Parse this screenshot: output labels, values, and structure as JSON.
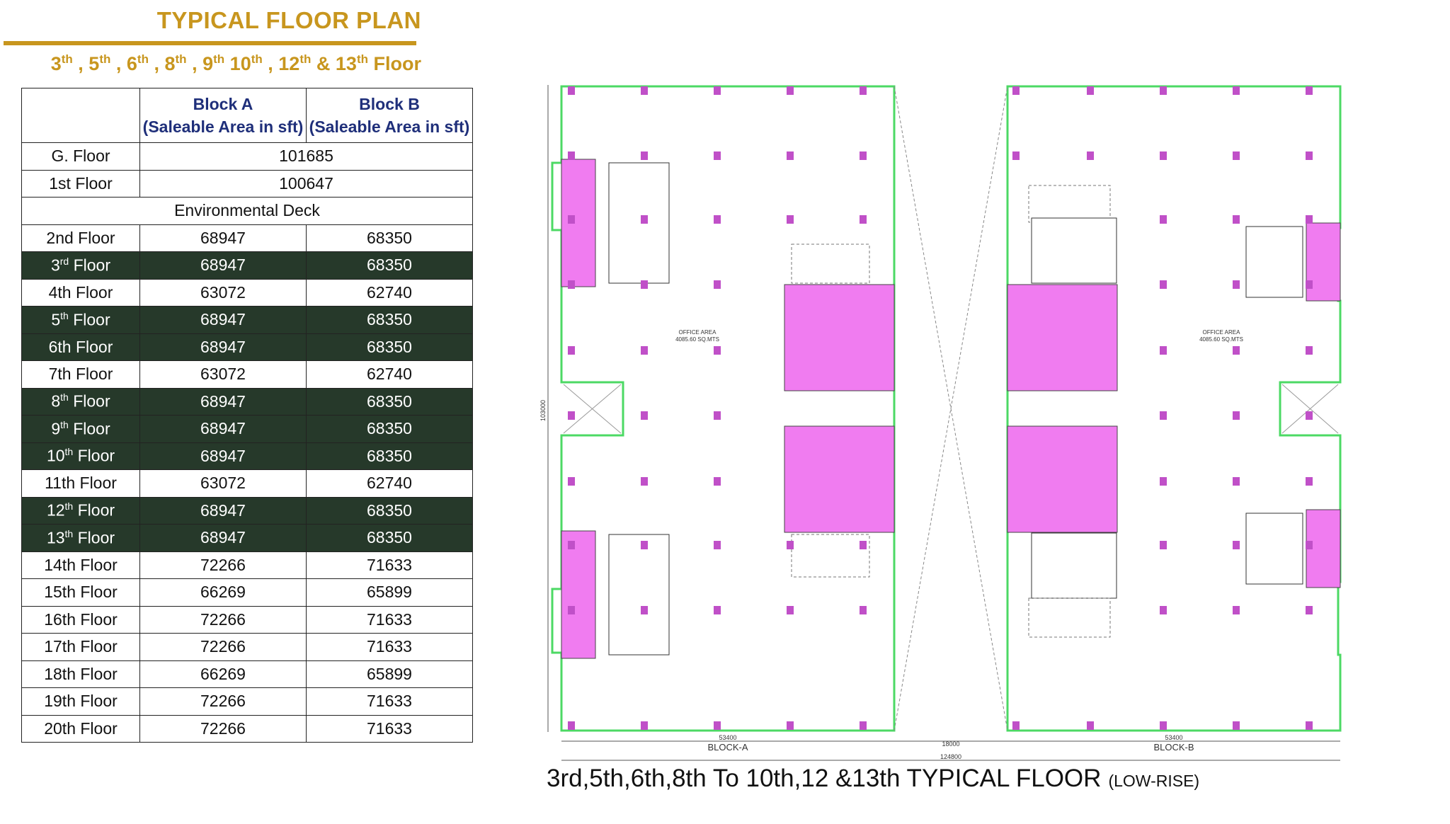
{
  "header": {
    "title": "TYPICAL FLOOR PLAN",
    "subtitle_parts": [
      {
        "n": "3",
        "s": "th"
      },
      {
        "n": "5",
        "s": "th"
      },
      {
        "n": "6",
        "s": "th"
      },
      {
        "n": "8",
        "s": "th"
      },
      {
        "n": "9",
        "s": "th"
      },
      {
        "n": "10",
        "s": "th"
      },
      {
        "n": "12",
        "s": "th"
      },
      {
        "n": "13",
        "s": "th"
      }
    ],
    "subtitle_suffix": "Floor"
  },
  "table": {
    "col_a_header": [
      "Block A",
      "(Saleable Area in sft)"
    ],
    "col_b_header": [
      "Block B",
      "(Saleable Area in sft)"
    ],
    "rows": [
      {
        "type": "merged",
        "num": "G.",
        "sup": "",
        "suffix": " Floor",
        "value": "101685"
      },
      {
        "type": "merged",
        "num": "1st",
        "sup": "",
        "suffix": " Floor",
        "value": "100647"
      },
      {
        "type": "section",
        "label": "Environmental Deck"
      },
      {
        "type": "row",
        "num": "2nd",
        "sup": "",
        "suffix": " Floor",
        "a": "68947",
        "b": "68350",
        "dark": false
      },
      {
        "type": "row",
        "num": "3",
        "sup": "rd",
        "suffix": " Floor",
        "a": "68947",
        "b": "68350",
        "dark": true
      },
      {
        "type": "row",
        "num": "4th",
        "sup": "",
        "suffix": " Floor",
        "a": "63072",
        "b": "62740",
        "dark": false
      },
      {
        "type": "row",
        "num": "5",
        "sup": "th",
        "suffix": " Floor",
        "a": "68947",
        "b": "68350",
        "dark": true
      },
      {
        "type": "row",
        "num": "6th",
        "sup": "",
        "suffix": " Floor",
        "a": "68947",
        "b": "68350",
        "dark": true
      },
      {
        "type": "row",
        "num": "7th",
        "sup": "",
        "suffix": " Floor",
        "a": "63072",
        "b": "62740",
        "dark": false
      },
      {
        "type": "row",
        "num": "8",
        "sup": "th",
        "suffix": " Floor",
        "a": "68947",
        "b": "68350",
        "dark": true
      },
      {
        "type": "row",
        "num": "9",
        "sup": "th",
        "suffix": " Floor",
        "a": "68947",
        "b": "68350",
        "dark": true
      },
      {
        "type": "row",
        "num": "10",
        "sup": "th",
        "suffix": " Floor",
        "a": "68947",
        "b": "68350",
        "dark": true
      },
      {
        "type": "row",
        "num": "11th",
        "sup": "",
        "suffix": " Floor",
        "a": "63072",
        "b": "62740",
        "dark": false
      },
      {
        "type": "row",
        "num": "12",
        "sup": "th",
        "suffix": " Floor",
        "a": "68947",
        "b": "68350",
        "dark": true
      },
      {
        "type": "row",
        "num": "13",
        "sup": "th",
        "suffix": " Floor",
        "a": "68947",
        "b": "68350",
        "dark": true
      },
      {
        "type": "row",
        "num": "14th",
        "sup": "",
        "suffix": " Floor",
        "a": "72266",
        "b": "71633",
        "dark": false
      },
      {
        "type": "row",
        "num": "15th",
        "sup": "",
        "suffix": " Floor",
        "a": "66269",
        "b": "65899",
        "dark": false
      },
      {
        "type": "row",
        "num": "16th",
        "sup": "",
        "suffix": " Floor",
        "a": "72266",
        "b": "71633",
        "dark": false
      },
      {
        "type": "row",
        "num": "17th",
        "sup": "",
        "suffix": " Floor",
        "a": "72266",
        "b": "71633",
        "dark": false
      },
      {
        "type": "row",
        "num": "18th",
        "sup": "",
        "suffix": " Floor",
        "a": "66269",
        "b": "65899",
        "dark": false
      },
      {
        "type": "row",
        "num": "19th",
        "sup": "",
        "suffix": " Floor",
        "a": "72266",
        "b": "71633",
        "dark": false
      },
      {
        "type": "row",
        "num": "20th",
        "sup": "",
        "suffix": " Floor",
        "a": "72266",
        "b": "71633",
        "dark": false
      }
    ]
  },
  "plan": {
    "block_a_label": "BLOCK-A",
    "block_b_label": "BLOCK-B",
    "block_a_width": "53400",
    "block_b_width": "53400",
    "gap_dim": "18000",
    "total_dim": "124800",
    "height_dim": "103000",
    "office_a": [
      "OFFICE AREA",
      "4085.60 SQ.MTS"
    ],
    "office_b": [
      "OFFICE AREA",
      "4085.60 SQ.MTS"
    ]
  },
  "caption": {
    "main": "3rd,5th,6th,8th To 10th,12 &13th TYPICAL FLOOR",
    "small": "(LOW-RISE)"
  },
  "colors": {
    "gold": "#c8961e",
    "dark_row": "#26392a",
    "header_text": "#1f2f7a",
    "plan_outline": "#4cd964",
    "core_magenta": "#f07cf0",
    "column_purple": "#c050c8"
  }
}
